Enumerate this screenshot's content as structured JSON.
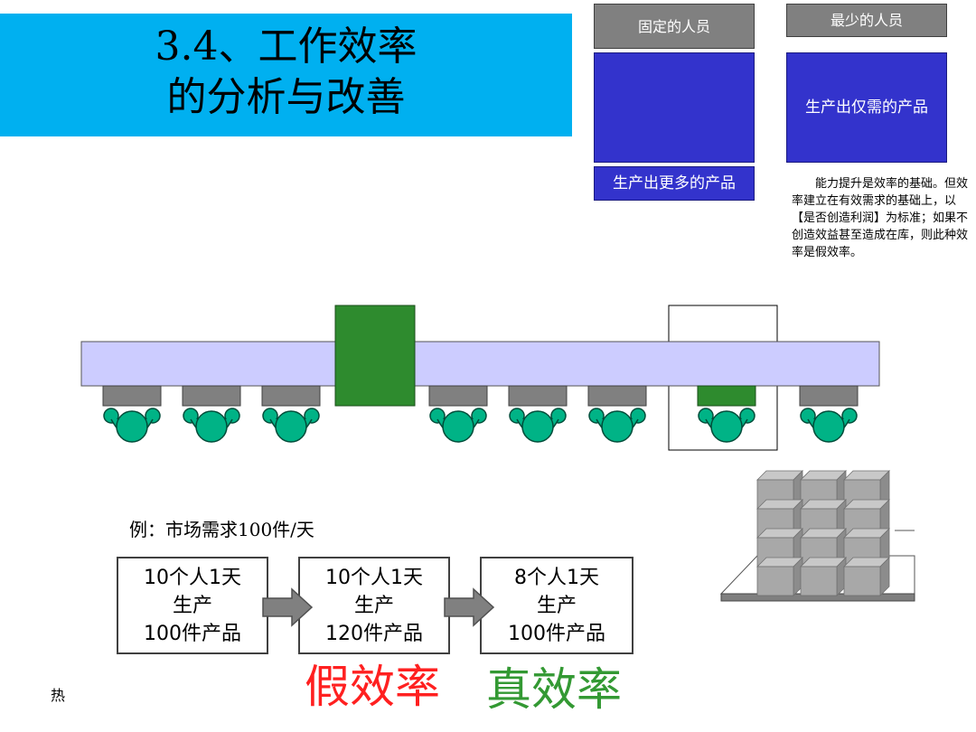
{
  "title": {
    "line1": "3.4、工作效率",
    "line2": "的分析与改善"
  },
  "panel_left": {
    "header": "固定的人员",
    "footer": "生产出更多的产品"
  },
  "panel_right": {
    "header": "最少的人员",
    "box_text": "生产出仅需的产品"
  },
  "note": "能力提升是效率的基础。但效率建立在有效需求的基础上，以【是否创造利润】为标准；如果不创造效益甚至造成在库，则此种效率是假效率。",
  "example": {
    "label": "例：市场需求100件/天",
    "steps": [
      {
        "line1": "10个人1天",
        "line2": "生产",
        "line3": "100件产品"
      },
      {
        "line1": "10个人1天",
        "line2": "生产",
        "line3": "120件产品"
      },
      {
        "line1": "8个人1天",
        "line2": "生产",
        "line3": "100件产品"
      }
    ]
  },
  "false_efficiency": "假效率",
  "true_efficiency": "真效率",
  "footer_char": "热",
  "colors": {
    "banner": "#00b0f0",
    "conveyor": "#ccccff",
    "blue_box": "#3333cc",
    "green": "#2e8b2e",
    "worker": "#00b386",
    "false_red": "#ff2020",
    "true_green": "#339933"
  }
}
